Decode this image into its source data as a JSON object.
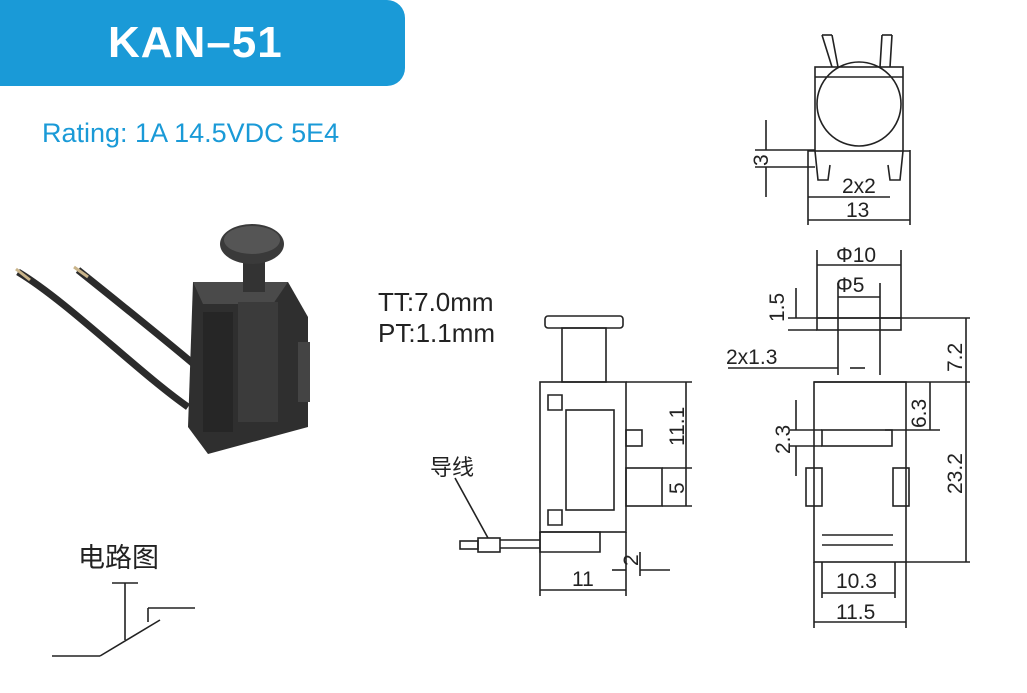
{
  "header": {
    "model": "KAN–51"
  },
  "rating": "Rating: 1A 14.5VDC 5E4",
  "specs": {
    "tt": "TT:7.0mm",
    "pt": "PT:1.1mm"
  },
  "labels": {
    "circuit": "电路图",
    "lead_wire": "导线"
  },
  "top_view": {
    "dim_3": "3",
    "dim_2x2": "2x2",
    "dim_13": "13"
  },
  "front_view": {
    "dim_phi10": "Φ10",
    "dim_phi5": "Φ5",
    "dim_1_5": "1.5",
    "dim_2x1_3": "2x1.3",
    "dim_7_2": "7.2",
    "dim_6_3": "6.3",
    "dim_2_3": "2.3",
    "dim_23_2": "23.2",
    "dim_10_3": "10.3",
    "dim_11_5": "11.5"
  },
  "side_view": {
    "dim_11_1": "11.1",
    "dim_5": "5",
    "dim_2": "2",
    "dim_11": "11"
  },
  "colors": {
    "brand_blue": "#1a9ad7",
    "line": "#222222"
  }
}
